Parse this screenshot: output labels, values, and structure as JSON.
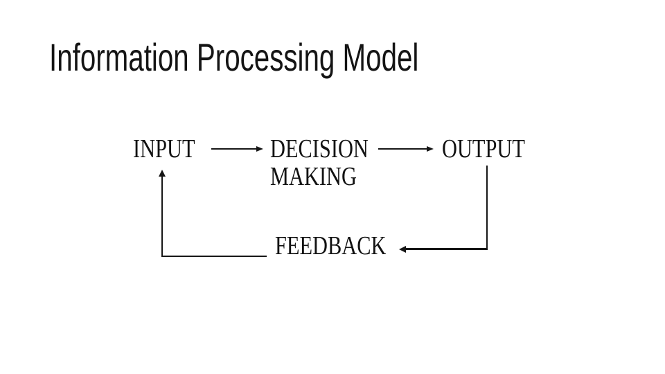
{
  "slide": {
    "title": "Information Processing Model",
    "diagram": {
      "nodes": {
        "input": "INPUT",
        "decision_line1": "DECISION",
        "decision_line2": "MAKING",
        "output": "OUTPUT",
        "feedback": "FEEDBACK"
      },
      "edges": [
        {
          "from": "INPUT",
          "to": "DECISION MAKING"
        },
        {
          "from": "DECISION MAKING",
          "to": "OUTPUT"
        },
        {
          "from": "OUTPUT",
          "to": "FEEDBACK"
        },
        {
          "from": "FEEDBACK",
          "to": "INPUT"
        }
      ],
      "ink_color": "#161616",
      "background_color": "#ffffff"
    }
  }
}
